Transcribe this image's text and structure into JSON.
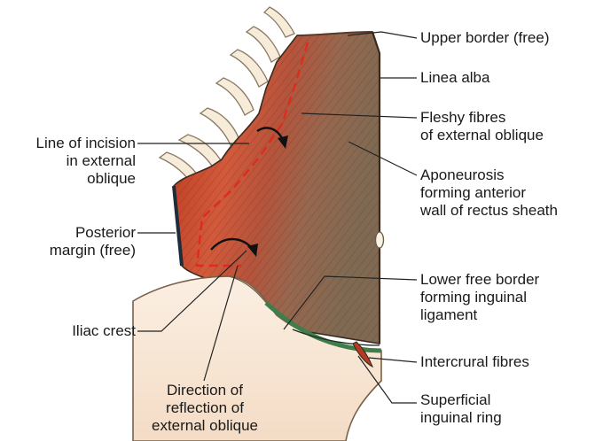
{
  "labels": {
    "upper_border": [
      "Upper border (free)"
    ],
    "linea_alba": [
      "Linea alba"
    ],
    "fleshy_fibres": [
      "Fleshy fibres",
      "of external oblique"
    ],
    "aponeurosis": [
      "Aponeurosis",
      "forming anterior",
      "wall of rectus sheath"
    ],
    "line_of_incision": [
      "Line of incision",
      "in external",
      "oblique"
    ],
    "posterior_margin": [
      "Posterior",
      "margin (free)"
    ],
    "iliac_crest": [
      "Iliac crest"
    ],
    "lower_free_border": [
      "Lower free border",
      "forming inguinal",
      "ligament"
    ],
    "intercrural_fibres": [
      "Intercrural fibres"
    ],
    "superficial_ring": [
      "Superficial",
      "inguinal ring"
    ],
    "direction_reflection": [
      "Direction of",
      "reflection of",
      "external oblique"
    ]
  },
  "colors": {
    "muscle_red": "#c4472e",
    "aponeurosis_brown": "#8c7358",
    "incision_line": "#e02a1c",
    "ligament_green": "#3f7d4a",
    "bone_cream": "#f7e7d6",
    "outline": "#3a2a1e"
  }
}
